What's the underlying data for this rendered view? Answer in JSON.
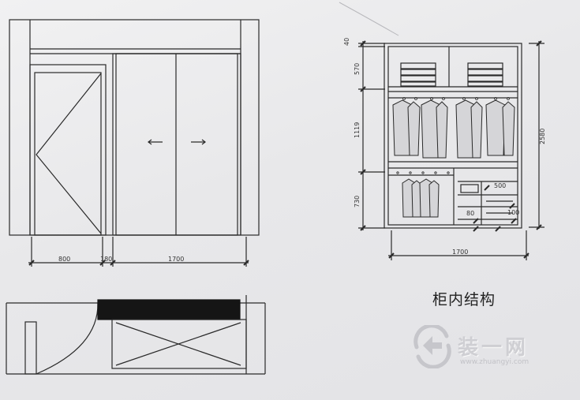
{
  "drawing": {
    "elevation_dims": {
      "door_width": "800",
      "gap_width": "180",
      "closet_width": "1700"
    },
    "interior_dims": {
      "top_strip": "40",
      "upper_section": "570",
      "hanging_section": "1119",
      "lower_section": "730",
      "total_height": "2580",
      "total_width": "1700",
      "drawer_width": "500",
      "small_w1": "80",
      "small_w2": "100"
    },
    "caption": "柜内结构"
  },
  "watermark": {
    "brand": "装一网",
    "url": "www.zhuangyi.com"
  },
  "colors": {
    "line": "#2a2a2a",
    "paper": "#ececee",
    "black_band": "#151515",
    "watermark": "#c8c8cd"
  }
}
